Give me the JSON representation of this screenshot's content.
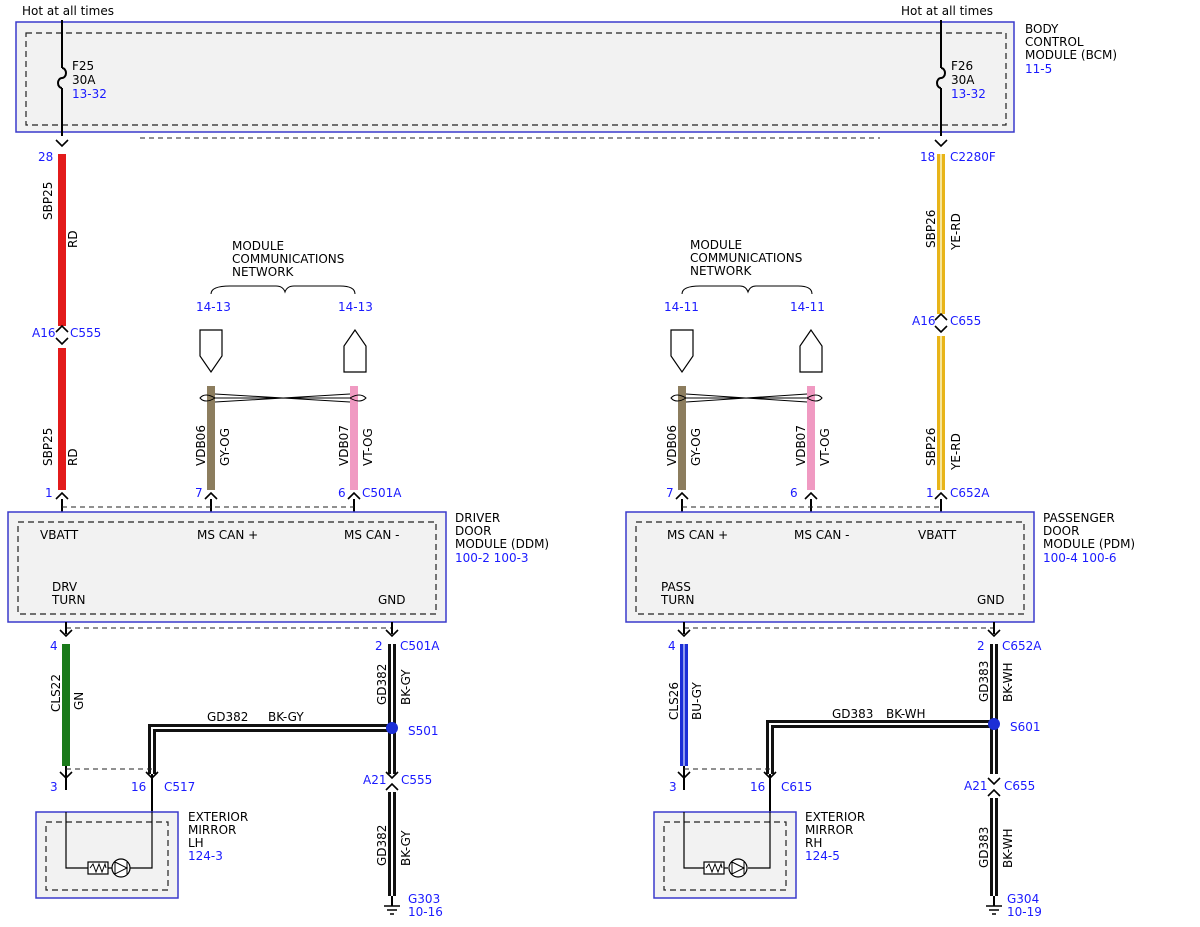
{
  "power": {
    "left_label": "Hot at all times",
    "right_label": "Hot at all times"
  },
  "bcm": {
    "name_lines": [
      "BODY",
      "CONTROL",
      "MODULE (BCM)"
    ],
    "ref": "11-5",
    "fuse_left": {
      "id": "F25",
      "rating": "30A",
      "ref": "13-32"
    },
    "fuse_right": {
      "id": "F26",
      "rating": "30A",
      "ref": "13-32"
    }
  },
  "network": {
    "label_lines": [
      "MODULE",
      "COMMUNICATIONS",
      "NETWORK"
    ],
    "left_refs": [
      "14-13",
      "14-13"
    ],
    "right_refs": [
      "14-11",
      "14-11"
    ]
  },
  "driver": {
    "wire_sbp": {
      "circuit": "SBP25",
      "color": "RD"
    },
    "pin_top": "28",
    "inline_pin": "A16",
    "inline_conn": "C555",
    "can_plus": {
      "pin": "7",
      "circuit": "VDB06",
      "color": "GY-OG"
    },
    "can_minus": {
      "pin": "6",
      "circuit": "VDB07",
      "color": "VT-OG",
      "conn": "C501A"
    },
    "batt_pin": "1",
    "module": {
      "vbatt": "VBATT",
      "can_plus": "MS CAN +",
      "can_minus": "MS CAN -",
      "turn_1": "DRV",
      "turn_2": "TURN",
      "gnd": "GND",
      "name_lines": [
        "DRIVER",
        "DOOR",
        "MODULE (DDM)"
      ],
      "refs": "100-2  100-3"
    },
    "turn_wire": {
      "pin": "4",
      "circuit": "CLS22",
      "color": "GN"
    },
    "gnd_wire": {
      "pin": "2",
      "conn": "C501A",
      "circuit": "GD382",
      "color": "BK-GY"
    },
    "splice": {
      "id": "S501",
      "circuit": "GD382",
      "color": "BK-GY"
    },
    "mirror_conn": {
      "pin_a": "3",
      "pin_b": "16",
      "conn": "C517"
    },
    "lower_inline": {
      "pin": "A21",
      "conn": "C555"
    },
    "lower_gnd_wire": {
      "circuit": "GD382",
      "color": "BK-GY"
    },
    "ground": {
      "id": "G303",
      "ref": "10-16"
    },
    "mirror": {
      "name_lines": [
        "EXTERIOR",
        "MIRROR",
        "LH"
      ],
      "ref": "124-3"
    }
  },
  "passenger": {
    "wire_sbp": {
      "circuit": "SBP26",
      "color": "YE-RD"
    },
    "pin_top": "18",
    "top_conn": "C2280F",
    "inline_pin": "A16",
    "inline_conn": "C655",
    "can_plus": {
      "pin": "7",
      "circuit": "VDB06",
      "color": "GY-OG"
    },
    "can_minus": {
      "pin": "6",
      "circuit": "VDB07",
      "color": "VT-OG"
    },
    "batt_pin": "1",
    "batt_conn": "C652A",
    "module": {
      "vbatt": "VBATT",
      "can_plus": "MS CAN +",
      "can_minus": "MS CAN -",
      "turn_1": "PASS",
      "turn_2": "TURN",
      "gnd": "GND",
      "name_lines": [
        "PASSENGER",
        "DOOR",
        "MODULE (PDM)"
      ],
      "refs": "100-4  100-6"
    },
    "turn_wire": {
      "pin": "4",
      "circuit": "CLS26",
      "color": "BU-GY"
    },
    "gnd_wire": {
      "pin": "2",
      "conn": "C652A",
      "circuit": "GD383",
      "color": "BK-WH"
    },
    "splice": {
      "id": "S601",
      "circuit": "GD383",
      "color": "BK-WH"
    },
    "mirror_conn": {
      "pin_a": "3",
      "pin_b": "16",
      "conn": "C615"
    },
    "lower_inline": {
      "pin": "A21",
      "conn": "C655"
    },
    "lower_gnd_wire": {
      "circuit": "GD383",
      "color": "BK-WH"
    },
    "ground": {
      "id": "G304",
      "ref": "10-19"
    },
    "mirror": {
      "name_lines": [
        "EXTERIOR",
        "MIRROR",
        "RH"
      ],
      "ref": "124-5"
    }
  },
  "colors": {
    "red": "#e31b1b",
    "yellow": "#e8b418",
    "green": "#1a7a1a",
    "blue": "#1c2fd6",
    "gray_og": "#8c7d5e",
    "violet_og": "#f09ac2",
    "black": "#111111",
    "label_blue": "#1a1aff"
  }
}
